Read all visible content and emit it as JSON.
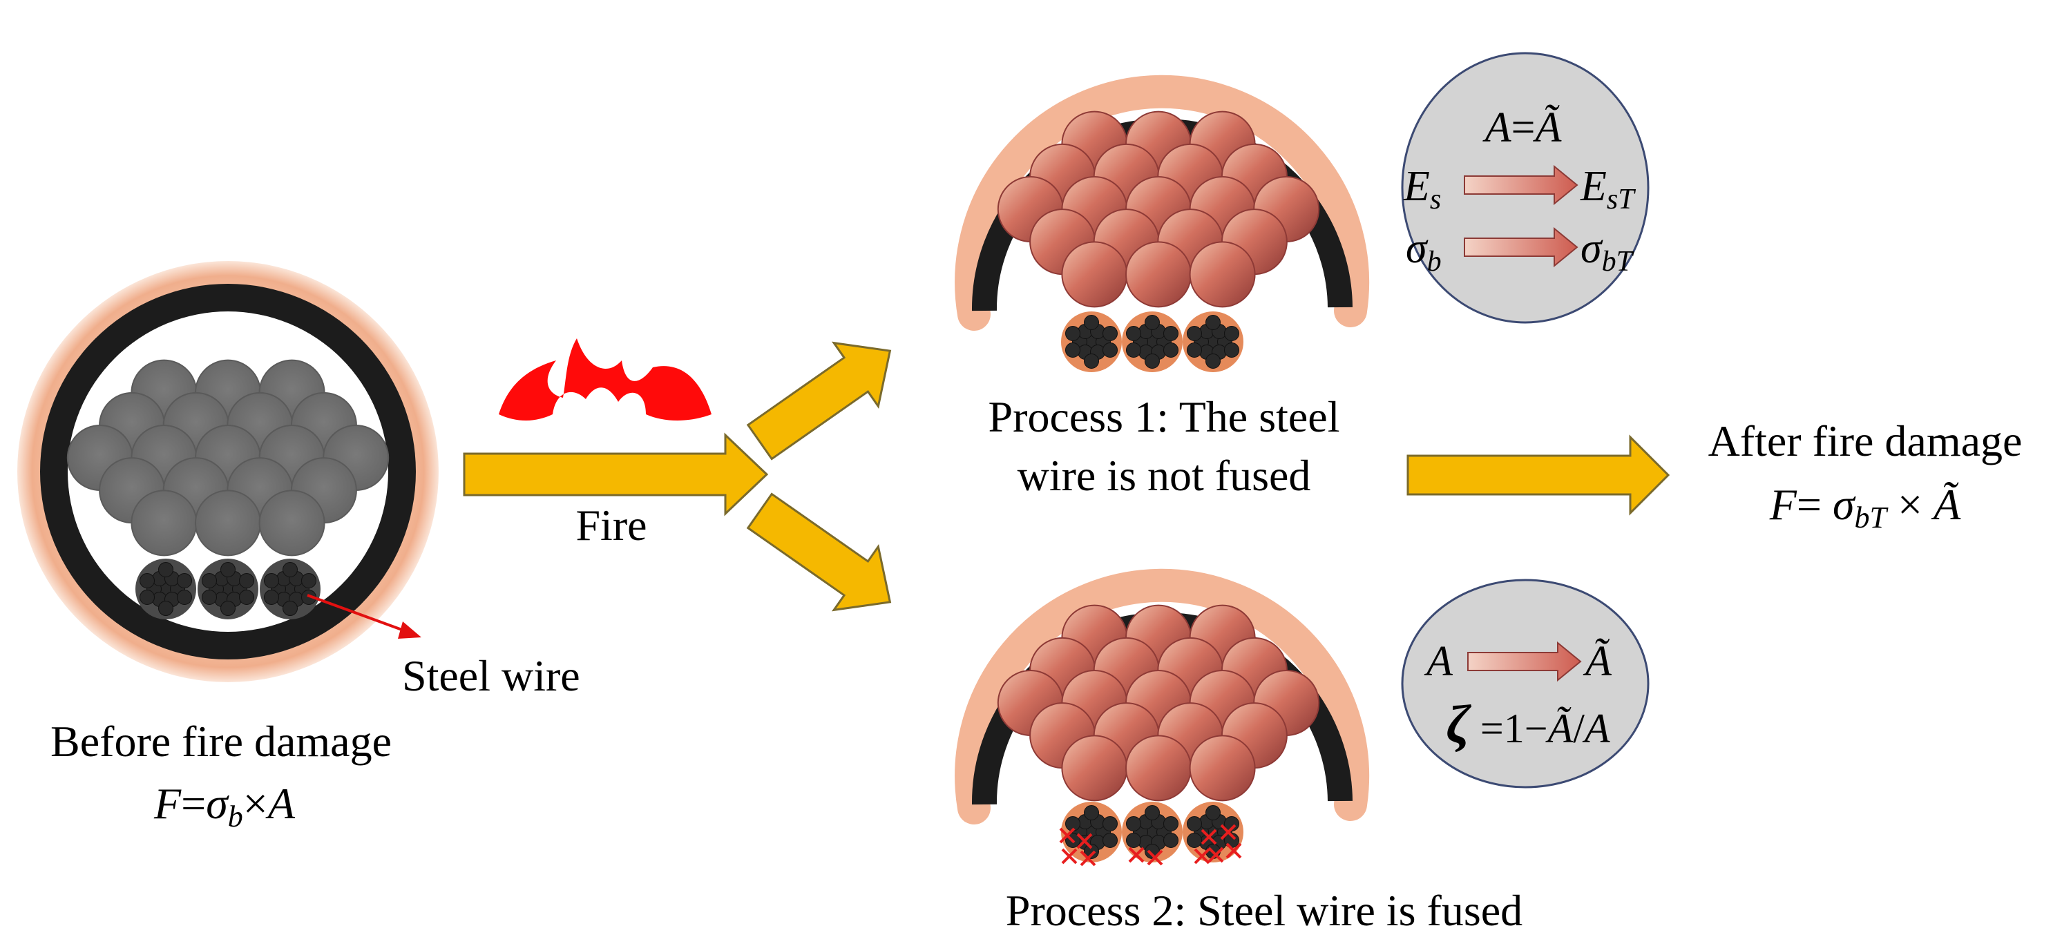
{
  "labels": {
    "fire": "Fire",
    "steel_wire": "Steel wire",
    "before_title": "Before fire damage",
    "process1_line1": "Process  1: The steel",
    "process1_line2": "wire is not fused",
    "process2": "Process  2: Steel wire is fused",
    "after_title": "After fire damage"
  },
  "equations": {
    "before_F": "F",
    "before_eq": "=",
    "before_sigma": "σ",
    "before_sub": "b",
    "before_times": "×",
    "before_A": "A",
    "after_F": "F",
    "after_eq": "= ",
    "after_sigma": "σ",
    "after_sub": "bT",
    "after_times": " × ",
    "after_A": "Ã"
  },
  "ellipse1": {
    "line1_A": "A",
    "line1_eq": "=",
    "line1_At": "Ã",
    "E": "E",
    "E_sub": "s",
    "ET": "E",
    "ET_sub": "sT",
    "sigma": "σ",
    "sigma_sub": "b",
    "sigmaT": "σ",
    "sigmaT_sub": "bT"
  },
  "ellipse2": {
    "A": "A",
    "At": "Ã",
    "zeta": "ζ",
    "formula_eq": " =1−",
    "formula_At": "Ã",
    "formula_slash": "/",
    "formula_A": "A"
  },
  "icons": [
    "flame-icon",
    "arrow-icon",
    "cross-mark-icon"
  ],
  "colors": {
    "arrow_fill": "#F5B800",
    "arrow_stroke": "#7A6A2C",
    "flame": "#FF0A0A",
    "sheath_outer": "#F2B899",
    "sheath_black": "#1C1C1C",
    "grey_strand": "#6E6E6E",
    "copper_strand": "#D9796A",
    "ellipse_fill": "#D3D3D3",
    "ellipse_stroke": "#3C4A73",
    "fused_mark": "#E81E1E"
  }
}
